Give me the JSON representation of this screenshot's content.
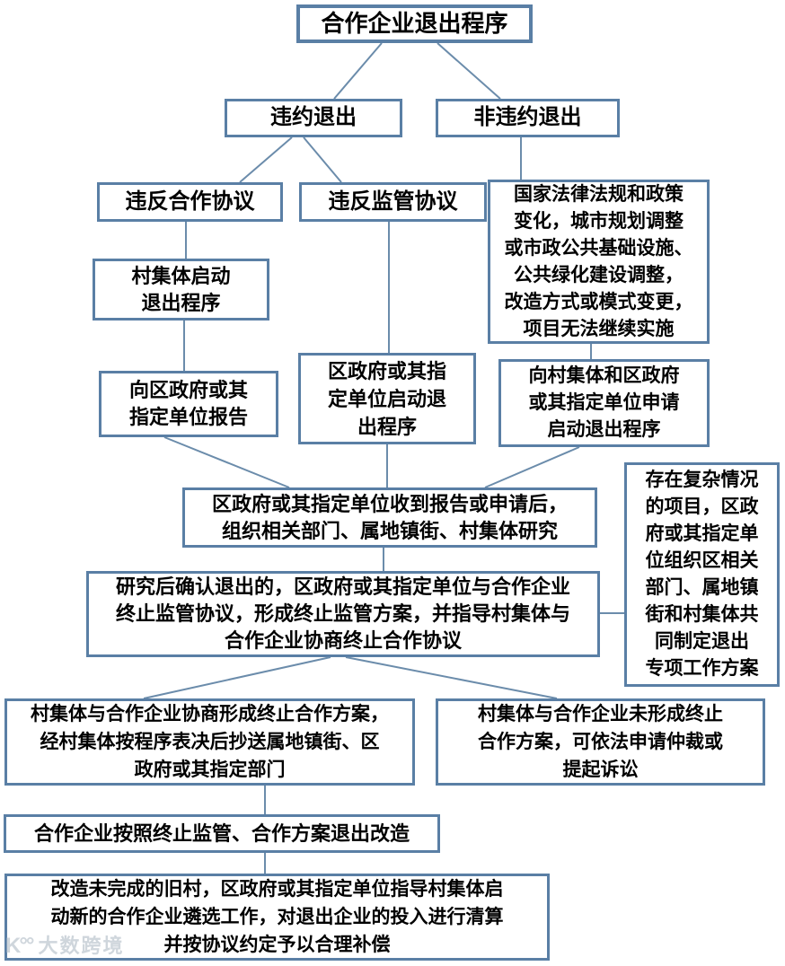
{
  "diagram": {
    "title": "合作企业退出程序",
    "colors": {
      "box_border": "#5a7fa5",
      "connector": "#6b8cab",
      "text": "#000000",
      "background": "#ffffff",
      "watermark": "#c7cfd7"
    },
    "nodes": {
      "root": {
        "text": "合作企业退出程序"
      },
      "breach": {
        "text": "违约退出"
      },
      "nonbreach": {
        "text": "非违约退出"
      },
      "violate_coop": {
        "text": "违反合作协议"
      },
      "violate_sup": {
        "text": "违反监管协议"
      },
      "policy": {
        "text": "国家法律法规和政策\n变化，城市规划调整\n或市政公共基础设施、\n公共绿化建设调整，\n改造方式或模式变更，\n项目无法继续实施"
      },
      "village": {
        "text": "村集体启动\n退出程序"
      },
      "report": {
        "text": "向区政府或其\n指定单位报告"
      },
      "dstart": {
        "text": "区政府或其指\n定单位启动退\n出程序"
      },
      "apply": {
        "text": "向村集体和区政府\n或其指定单位申请\n启动退出程序"
      },
      "receive": {
        "text": "区政府或其指定单位收到报告或申请后，\n组织相关部门、属地镇街、村集体研究"
      },
      "confirm": {
        "text": "研究后确认退出的，区政府或其指定单位与合作企业\n终止监管协议，形成终止监管方案，并指导村集体与\n合作企业协商终止合作协议"
      },
      "complex": {
        "text": "存在复杂情况\n的项目，区政\n府或其指定单\n位组织区相关\n部门、属地镇\n街和村集体共\n同制定退出\n专项工作方案"
      },
      "formed": {
        "text": "村集体与合作企业协商形成终止合作方案，\n经村集体按程序表决后抄送属地镇街、区\n政府或其指定部门"
      },
      "notformed": {
        "text": "村集体与合作企业未形成终止\n合作方案，可依法申请仲裁或\n提起诉讼"
      },
      "renov": {
        "text": "合作企业按照终止监管、合作方案退出改造"
      },
      "reselect": {
        "text": "改造未完成的旧村，区政府或其指定单位指导村集体启\n动新的合作企业遴选工作，对退出企业的投入进行清算\n并按协议约定予以合理补偿"
      }
    },
    "watermark": {
      "logo": "K°°",
      "text": "大数跨境"
    }
  }
}
